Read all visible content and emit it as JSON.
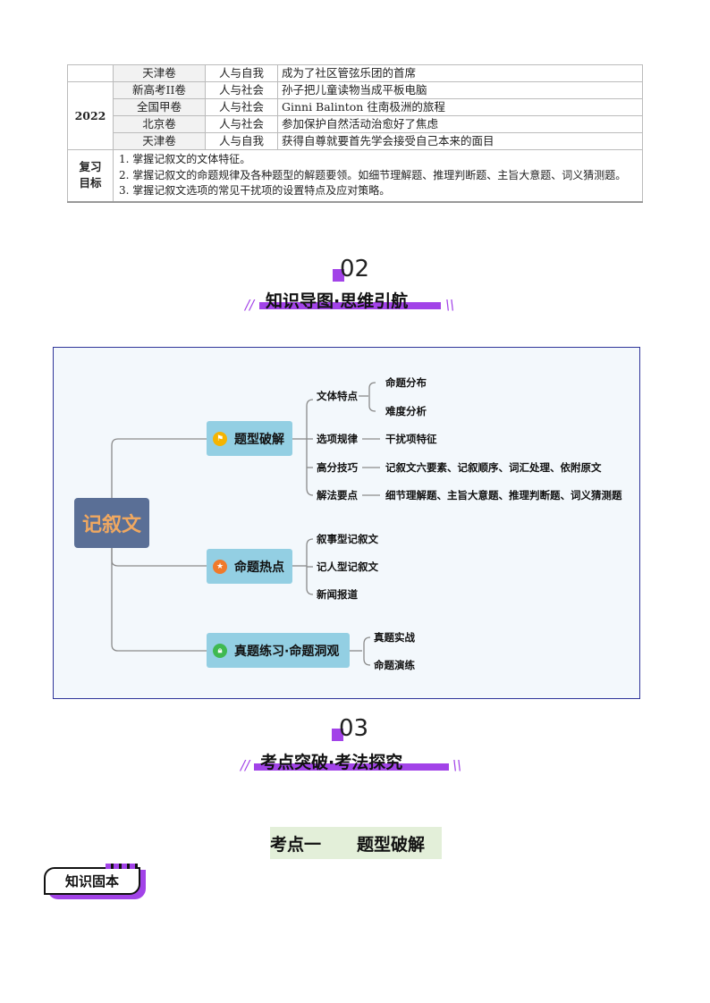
{
  "table": {
    "rows": [
      {
        "year": "",
        "paper": "天津卷",
        "theme": "人与自我",
        "title": "成为了社区管弦乐团的首席"
      },
      {
        "year": "2022",
        "paper": "新高考II卷",
        "theme": "人与社会",
        "title": "孙子把儿童读物当成平板电脑"
      },
      {
        "paper": "全国甲卷",
        "theme": "人与社会",
        "title": "Ginni Balinton 往南极洲的旅程"
      },
      {
        "paper": "北京卷",
        "theme": "人与社会",
        "title": "参加保护自然活动治愈好了焦虑"
      },
      {
        "paper": "天津卷",
        "theme": "人与自我",
        "title": "获得自尊就要首先学会接受自己本来的面目"
      }
    ],
    "review_label_1": "复习",
    "review_label_2": "目标",
    "goals": [
      "1. 掌握记叙文的文体特征。",
      "2. 掌握记叙文的命题规律及各种题型的解题要领。如细节理解题、推理判断题、主旨大意题、词义猜测题。",
      "3. 掌握记叙文选项的常见干扰项的设置特点及应对策略。"
    ]
  },
  "section2": {
    "number": "02",
    "title": "知识导图·思维引航"
  },
  "mindmap": {
    "root": "记叙文",
    "branches": [
      {
        "label": "题型破解",
        "icon": "flag-icon",
        "children": [
          {
            "label": "文体特点",
            "children": [
              "命题分布",
              "难度分析"
            ]
          },
          {
            "label": "选项规律",
            "children": [
              "干扰项特征"
            ]
          },
          {
            "label": "高分技巧",
            "children": [
              "记叙文六要素、记叙顺序、词汇处理、依附原文"
            ]
          },
          {
            "label": "解法要点",
            "children": [
              "细节理解题、主旨大意题、推理判断题、词义猜测题"
            ]
          }
        ]
      },
      {
        "label": "命题热点",
        "icon": "star-icon",
        "children": [
          {
            "label": "叙事型记叙文"
          },
          {
            "label": "记人型记叙文"
          },
          {
            "label": "新闻报道"
          }
        ]
      },
      {
        "label": "真题练习·命题洞观",
        "icon": "lock-icon",
        "children": [
          {
            "label": "真题实战"
          },
          {
            "label": "命题演练"
          }
        ]
      }
    ]
  },
  "section3": {
    "number": "03",
    "title": "考点突破·考法探究"
  },
  "kaodian": {
    "label": "考点一",
    "title": "题型破解"
  },
  "badge": "知识固本",
  "colors": {
    "accent": "#a243e8",
    "node": "#93cfe3",
    "root": "#5a6f96",
    "root_text": "#f0a860"
  }
}
